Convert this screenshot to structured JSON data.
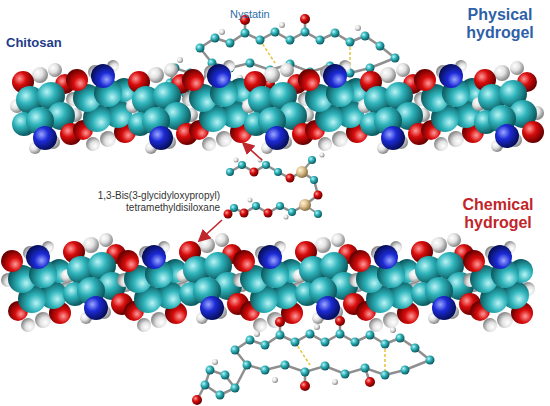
{
  "diagram": {
    "labels": [
      "Nystatin",
      "Physical hydrogel",
      "Chitosan",
      "1,3-Bis(3-glycidyloxypropyl) tetramethyldisiloxane",
      "Chemical hydrogel"
    ]
  }
}
